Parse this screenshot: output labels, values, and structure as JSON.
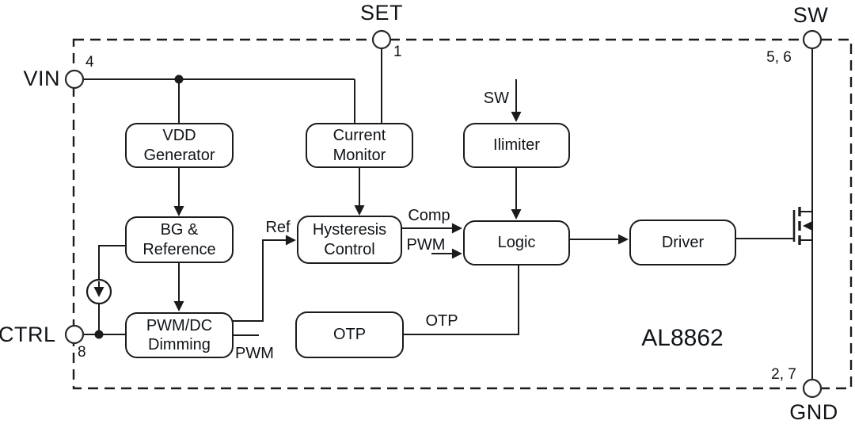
{
  "diagram": {
    "chip_name": "AL8862",
    "pins": {
      "vin": {
        "label": "VIN",
        "number": "4"
      },
      "set": {
        "label": "SET",
        "number": "1"
      },
      "sw": {
        "label": "SW",
        "number": "5, 6"
      },
      "ctrl": {
        "label": "CTRL",
        "number": "8"
      },
      "gnd": {
        "label": "GND",
        "number": "2, 7"
      }
    },
    "blocks": {
      "vdd_generator": {
        "label": "VDD\nGenerator"
      },
      "current_monitor": {
        "label": "Current\nMonitor"
      },
      "ilimiter": {
        "label": "Ilimiter"
      },
      "bg_reference": {
        "label": "BG &\nReference"
      },
      "hysteresis_control": {
        "label": "Hysteresis\nControl"
      },
      "logic": {
        "label": "Logic"
      },
      "driver": {
        "label": "Driver"
      },
      "pwm_dc_dimming": {
        "label": "PWM/DC\nDimming"
      },
      "otp": {
        "label": "OTP"
      }
    },
    "wire_labels": {
      "sw_input": "SW",
      "ref": "Ref",
      "comp": "Comp",
      "pwm_logic": "PWM",
      "pwm_dimming": "PWM",
      "otp": "OTP"
    },
    "colors": {
      "line": "#1b1b1b",
      "text": "#101418",
      "background": "#ffffff"
    }
  }
}
